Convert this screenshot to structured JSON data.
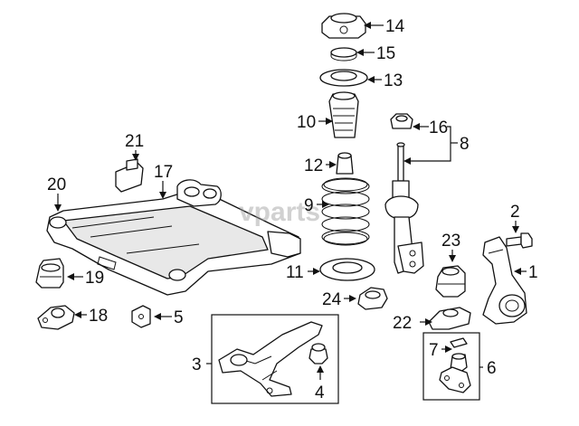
{
  "diagram": {
    "watermark": "vparts",
    "callouts": [
      {
        "id": "1",
        "label": "1"
      },
      {
        "id": "2",
        "label": "2"
      },
      {
        "id": "3",
        "label": "3"
      },
      {
        "id": "4",
        "label": "4"
      },
      {
        "id": "5",
        "label": "5"
      },
      {
        "id": "6",
        "label": "6"
      },
      {
        "id": "7",
        "label": "7"
      },
      {
        "id": "8",
        "label": "8"
      },
      {
        "id": "9",
        "label": "9"
      },
      {
        "id": "10",
        "label": "10"
      },
      {
        "id": "11",
        "label": "11"
      },
      {
        "id": "12",
        "label": "12"
      },
      {
        "id": "13",
        "label": "13"
      },
      {
        "id": "14",
        "label": "14"
      },
      {
        "id": "15",
        "label": "15"
      },
      {
        "id": "16",
        "label": "16"
      },
      {
        "id": "17",
        "label": "17"
      },
      {
        "id": "18",
        "label": "18"
      },
      {
        "id": "19",
        "label": "19"
      },
      {
        "id": "20",
        "label": "20"
      },
      {
        "id": "21",
        "label": "21"
      },
      {
        "id": "22",
        "label": "22"
      },
      {
        "id": "23",
        "label": "23"
      },
      {
        "id": "24",
        "label": "24"
      }
    ]
  }
}
